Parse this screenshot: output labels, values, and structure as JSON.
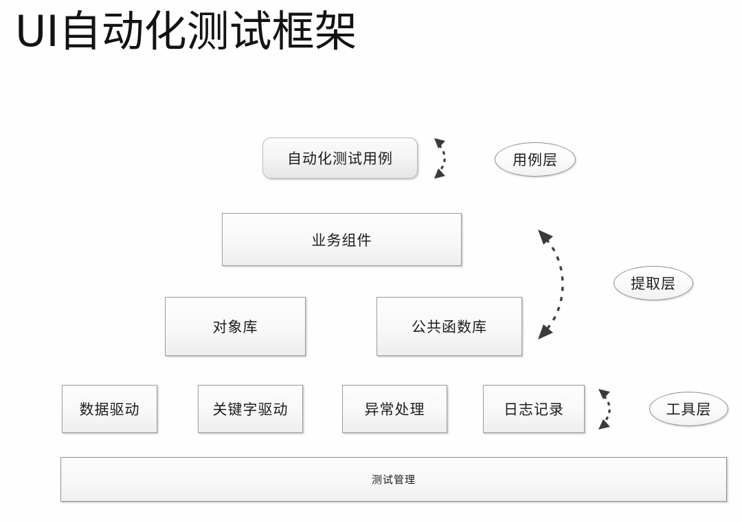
{
  "page": {
    "title": "UI自动化测试框架",
    "background_color": "#fefefe",
    "title_color": "#131313"
  },
  "diagram": {
    "type": "layered-architecture",
    "box_fill": "#f7f7f7",
    "box_border": "#9a9a9a",
    "connector_color": "#3a3a3a",
    "layers": [
      {
        "layer_label": "用例层",
        "nodes": [
          "自动化测试用例"
        ]
      },
      {
        "layer_label": "提取层",
        "nodes": [
          "业务组件",
          "对象库",
          "公共函数库"
        ]
      },
      {
        "layer_label": "工具层",
        "nodes": [
          "数据驱动",
          "关键字驱动",
          "异常处理",
          "日志记录"
        ]
      }
    ],
    "nodes": {
      "testcase": "自动化测试用例",
      "business_component": "业务组件",
      "object_repository": "对象库",
      "common_function_library": "公共函数库",
      "data_driven": "数据驱动",
      "keyword_driven": "关键字驱动",
      "exception_handling": "异常处理",
      "logging": "日志记录",
      "test_management": "测试管理"
    },
    "layer_labels": {
      "case_layer": "用例层",
      "extract_layer": "提取层",
      "tool_layer": "工具层"
    },
    "connectors": [
      {
        "name": "case-layer-connector",
        "style": "dashed-double-arrow"
      },
      {
        "name": "extract-layer-connector",
        "style": "dashed-curved-double-arrow"
      },
      {
        "name": "tool-layer-connector",
        "style": "dashed-double-arrow"
      }
    ]
  }
}
